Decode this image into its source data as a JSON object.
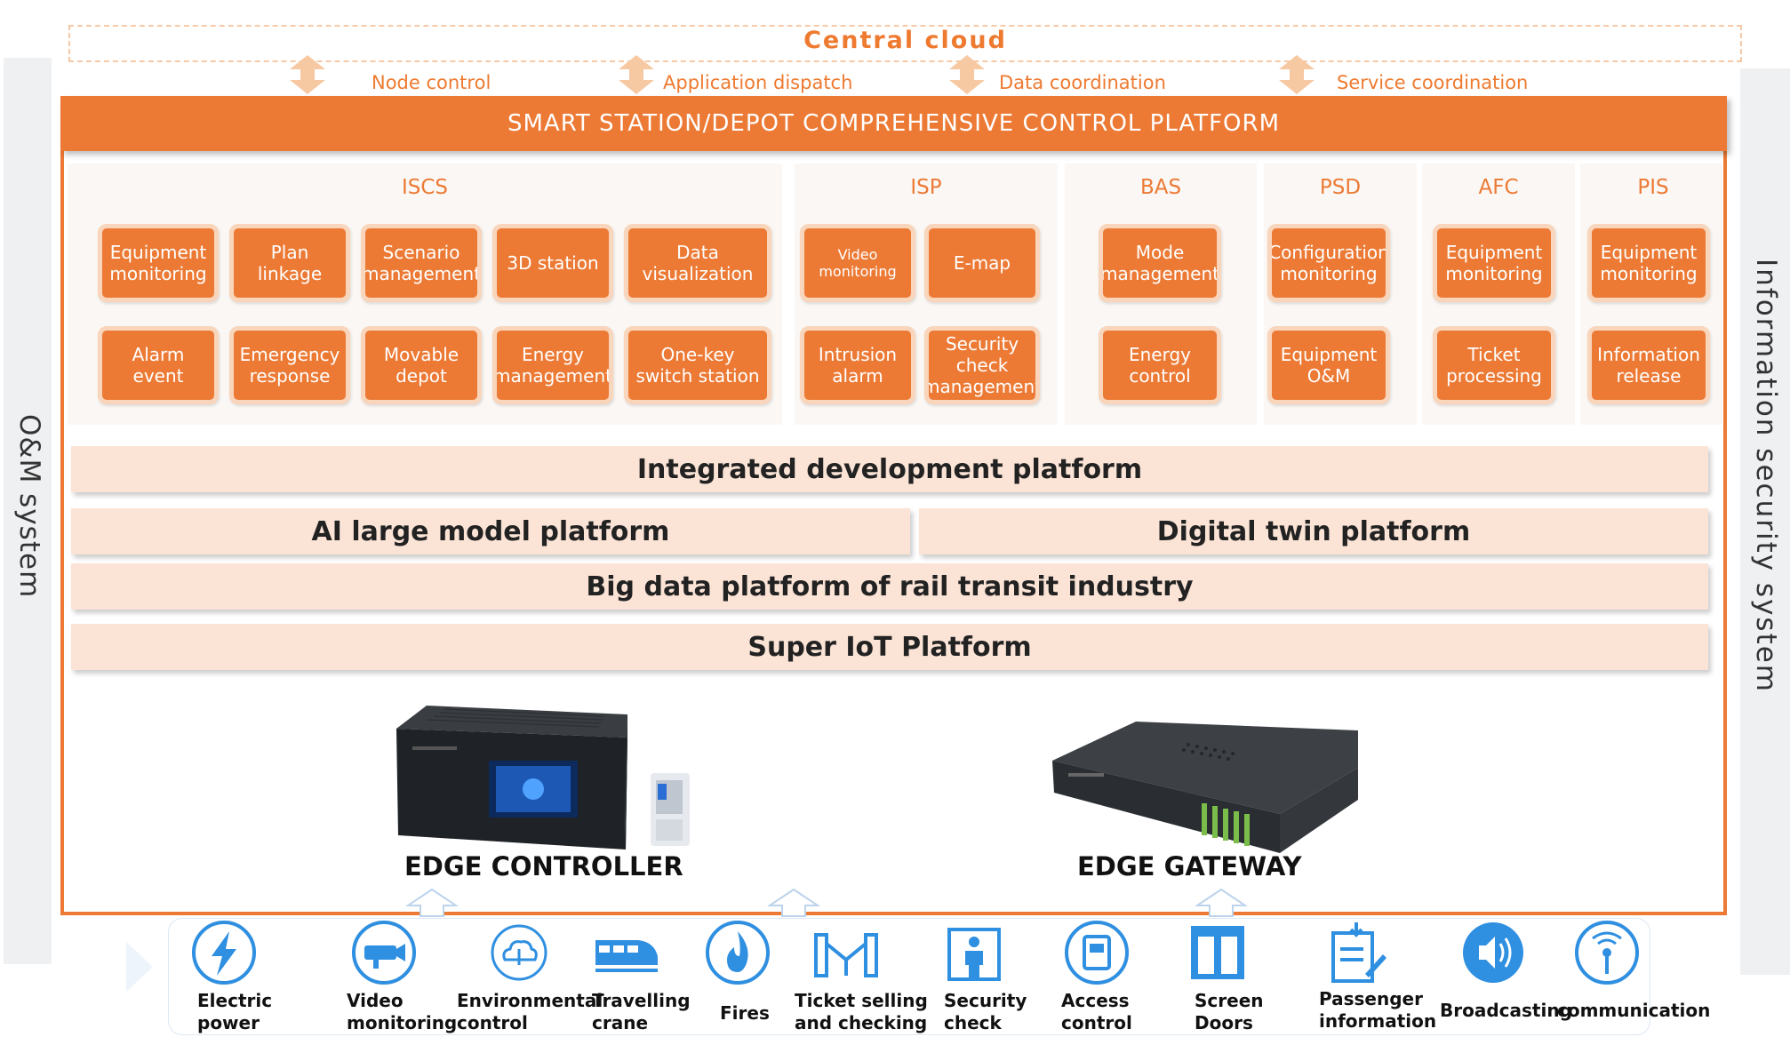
{
  "cloud": {
    "title": "Central cloud",
    "links": [
      "Node control",
      "Application dispatch",
      "Data coordination",
      "Service coordination"
    ]
  },
  "side": {
    "left": "O&M system",
    "right": "Information security system"
  },
  "header": "SMART STATION/DEPOT COMPREHENSIVE CONTROL PLATFORM",
  "systems": [
    {
      "title": "ISCS",
      "modules": [
        "Equipment\nmonitoring",
        "Plan linkage",
        "Scenario\nmanagement",
        "3D station",
        "Data\nvisualization",
        "Alarm event",
        "Emergency\nresponse",
        "Movable\ndepot",
        "Energy\nmanagement",
        "One-key\nswitch station"
      ]
    },
    {
      "title": "ISP",
      "modules": [
        "Video\nmonitoring",
        "E-map",
        "Intrusion\nalarm",
        "Security\ncheck\nmanagement"
      ]
    },
    {
      "title": "BAS",
      "modules": [
        "Mode\nmanagement",
        "Energy\ncontrol"
      ]
    },
    {
      "title": "PSD",
      "modules": [
        "Configuration\nmonitoring",
        "Equipment\nO&M"
      ]
    },
    {
      "title": "AFC",
      "modules": [
        "Equipment\nmonitoring",
        "Ticket\nprocessing"
      ]
    },
    {
      "title": "PIS",
      "modules": [
        "Equipment\nmonitoring",
        "Information\nrelease"
      ]
    }
  ],
  "platforms": {
    "integrated": "Integrated development platform",
    "ai": "AI large model platform",
    "twin": "Digital twin platform",
    "bigdata": "Big data platform of rail transit industry",
    "iot": "Super IoT Platform"
  },
  "devices": {
    "controller": "EDGE CONTROLLER",
    "gateway": "EDGE GATEWAY"
  },
  "field": [
    {
      "icon": "lightning-icon",
      "label": "Electric\npower"
    },
    {
      "icon": "camera-icon",
      "label": "Video\nmonitoring"
    },
    {
      "icon": "cloud-control-icon",
      "label": "Environmental\ncontrol"
    },
    {
      "icon": "train-icon",
      "label": "Travelling\ncrane"
    },
    {
      "icon": "fire-icon",
      "label": "Fires"
    },
    {
      "icon": "ticket-gate-icon",
      "label": "Ticket selling\nand checking"
    },
    {
      "icon": "security-gate-icon",
      "label": "Security\ncheck"
    },
    {
      "icon": "access-card-icon",
      "label": "Access\ncontrol"
    },
    {
      "icon": "screen-door-icon",
      "label": "Screen\nDoors"
    },
    {
      "icon": "passenger-info-icon",
      "label": "Passenger\ninformation"
    },
    {
      "icon": "speaker-icon",
      "label": "Broadcasting"
    },
    {
      "icon": "signal-icon",
      "label": "communication"
    }
  ],
  "colors": {
    "accent": "#ec7a35",
    "platform_bg": "#fbe4d6",
    "icon_blue": "#2f8fe0"
  }
}
